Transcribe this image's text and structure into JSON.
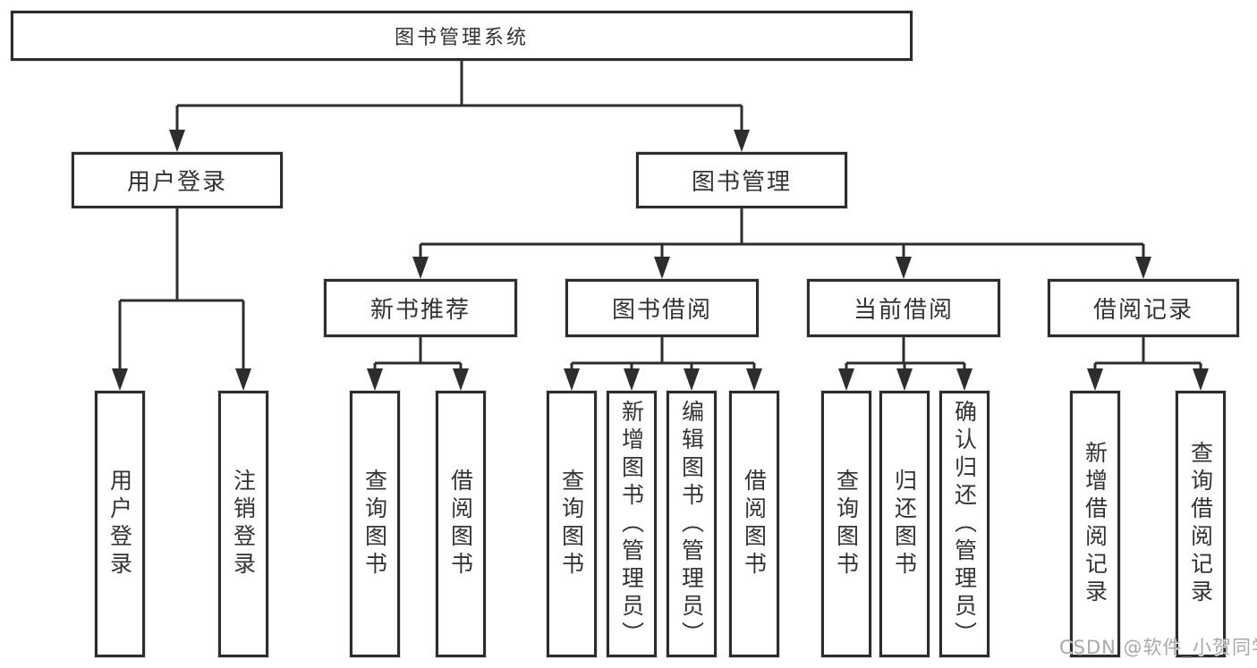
{
  "watermark": {
    "text": "CSDN @软件_小贺同学"
  },
  "colors": {
    "line": "#2d2d2d",
    "box_border": "#2d2d2d",
    "text": "#333333",
    "watermark_text": "#a9a9a9",
    "background": "#ffffff"
  },
  "tree": {
    "label": "图书管理系统",
    "children": [
      {
        "label": "用户登录",
        "children": [
          {
            "label": "用户登录"
          },
          {
            "label": "注销登录"
          }
        ]
      },
      {
        "label": "图书管理",
        "children": [
          {
            "label": "新书推荐",
            "children": [
              {
                "label": "查询图书"
              },
              {
                "label": "借阅图书"
              }
            ]
          },
          {
            "label": "图书借阅",
            "children": [
              {
                "label": "查询图书"
              },
              {
                "label": "新增图书（管理员）"
              },
              {
                "label": "编辑图书（管理员）"
              },
              {
                "label": "借阅图书"
              }
            ]
          },
          {
            "label": "当前借阅",
            "children": [
              {
                "label": "查询图书"
              },
              {
                "label": "归还图书"
              },
              {
                "label": "确认归还（管理员）"
              }
            ]
          },
          {
            "label": "借阅记录",
            "children": [
              {
                "label": "新增借阅记录"
              },
              {
                "label": "查询借阅记录"
              }
            ]
          }
        ]
      }
    ]
  }
}
